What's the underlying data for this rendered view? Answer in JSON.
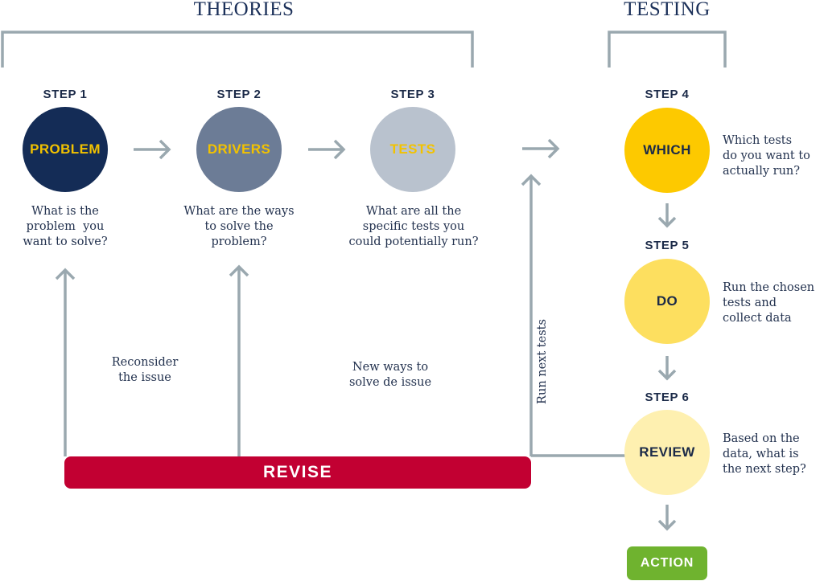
{
  "headings": {
    "theories": "THEORIES",
    "testing": "TESTING"
  },
  "steps": [
    {
      "step": "STEP 1",
      "label": "PROBLEM",
      "desc": [
        "What is the",
        "problem  you",
        "want to solve?"
      ],
      "fill": "#142c56",
      "text_color": "#f2c200"
    },
    {
      "step": "STEP 2",
      "label": "DRIVERS",
      "desc": [
        "What are the ways",
        "to solve the",
        "problem?"
      ],
      "fill": "#6c7c96",
      "text_color": "#f2c200"
    },
    {
      "step": "STEP 3",
      "label": "TESTS",
      "desc": [
        "What are all the",
        "specific tests you",
        "could potentially run?"
      ],
      "fill": "#b9c2ce",
      "text_color": "#f2c200"
    },
    {
      "step": "STEP 4",
      "label": "WHICH",
      "desc": [
        "Which tests",
        "do you want to",
        "actually run?"
      ],
      "fill": "#fdc900",
      "text_color": "#1b2a48"
    },
    {
      "step": "STEP 5",
      "label": "DO",
      "desc": [
        "Run the chosen",
        "tests and",
        "collect data"
      ],
      "fill": "#fddf5f",
      "text_color": "#1b2a48"
    },
    {
      "step": "STEP 6",
      "label": "REVIEW",
      "desc": [
        "Based on the",
        "data, what is",
        "the next step?"
      ],
      "fill": "#fef0b0",
      "text_color": "#1b2a48"
    }
  ],
  "feedback": {
    "reconsider": [
      "Reconsider",
      "the issue"
    ],
    "new_ways": [
      "New ways to",
      "solve de issue"
    ],
    "run_next": "Run next tests"
  },
  "revise_label": "REVISE",
  "action_label": "ACTION",
  "colors": {
    "connector": "#9aa8af",
    "revise": "#c20032",
    "action": "#6fb32f",
    "heading": "#1b3059"
  }
}
